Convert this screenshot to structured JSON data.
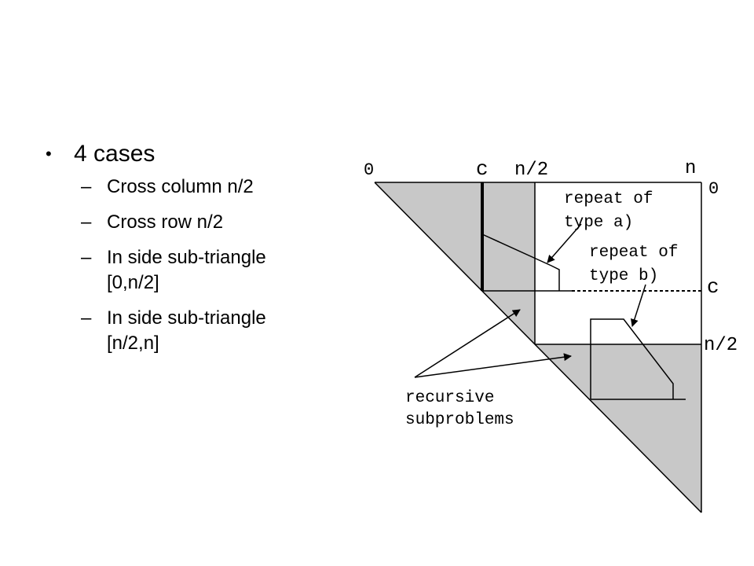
{
  "bullets": {
    "main": "4 cases",
    "subs": [
      "Cross column n/2",
      "Cross row n/2",
      "In side sub-triangle\n[0,n/2]",
      "In side sub-triangle\n[n/2,n]"
    ]
  },
  "diagram": {
    "top_labels": [
      "0",
      "c",
      "n/2",
      "n"
    ],
    "right_labels": [
      "0",
      "c",
      "n/2"
    ],
    "repeat_a": [
      "repeat of",
      "type a)"
    ],
    "repeat_b": [
      "repeat of",
      "type b)"
    ],
    "recursive": [
      "recursive",
      "subproblems"
    ]
  },
  "colors": {
    "shade": "#c8c8c8",
    "line": "#000000"
  }
}
